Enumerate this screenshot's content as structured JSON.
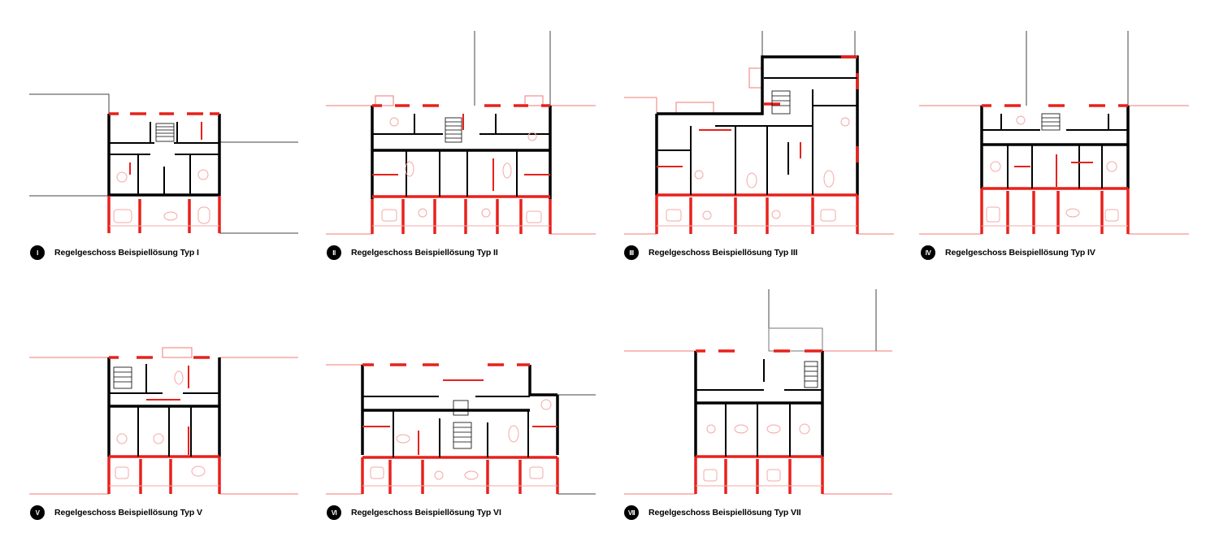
{
  "colors": {
    "wall": "#000000",
    "accent": "#e8211c",
    "accent_light": "#f4a9a6",
    "site": "#444444"
  },
  "plans": [
    {
      "numeral": "I",
      "label": "Regelgeschoss Beispiellösung Typ I"
    },
    {
      "numeral": "II",
      "label": "Regelgeschoss Beispiellösung Typ II"
    },
    {
      "numeral": "III",
      "label": "Regelgeschoss Beispiellösung Typ III"
    },
    {
      "numeral": "IV",
      "label": "Regelgeschoss Beispiellösung Typ IV"
    },
    {
      "numeral": "V",
      "label": "Regelgeschoss Beispiellösung Typ V"
    },
    {
      "numeral": "VI",
      "label": "Regelgeschoss Beispiellösung Typ VI"
    },
    {
      "numeral": "VII",
      "label": "Regelgeschoss Beispiellösung Typ VII"
    }
  ]
}
